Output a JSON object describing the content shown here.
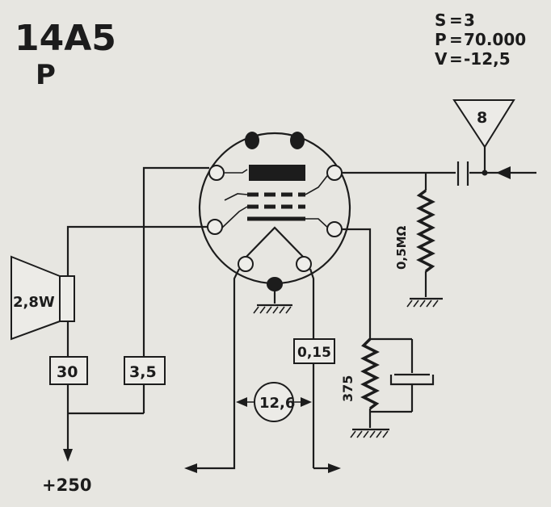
{
  "tube": {
    "type": "14A5",
    "function": "P"
  },
  "specs": [
    {
      "label": "S",
      "value": "3"
    },
    {
      "label": "P",
      "value": "70.000"
    },
    {
      "label": "V",
      "value": "-12,5"
    }
  ],
  "connector_number": "8",
  "grid_resistor": "0,5MΩ",
  "speaker_power": "2,8W",
  "resistor_30": "30",
  "resistor_3_5": "3,5",
  "resistor_0_15": "0,15",
  "cathode_resistor": "375",
  "heater_voltage": "12,6",
  "supply_voltage": "+250"
}
